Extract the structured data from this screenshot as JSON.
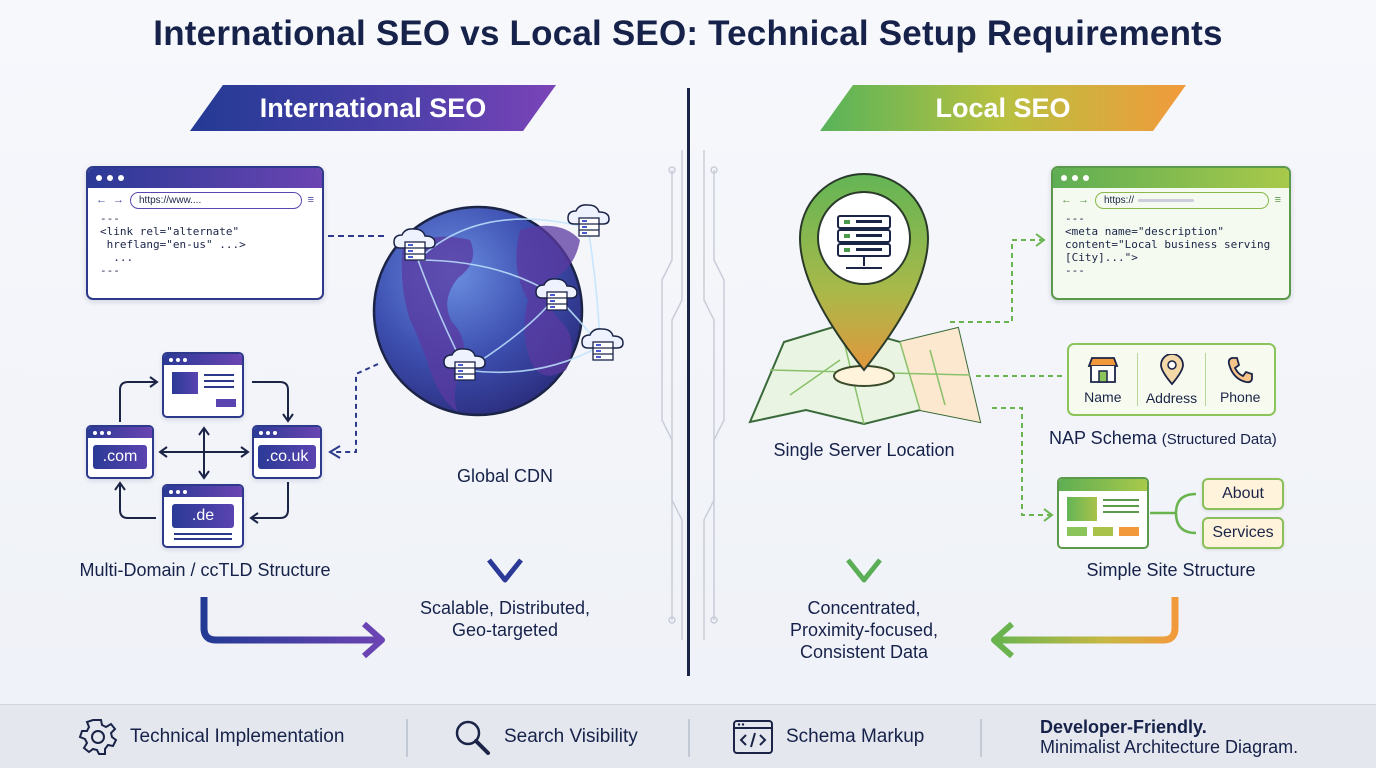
{
  "title": "International SEO vs Local SEO: Technical Setup Requirements",
  "international": {
    "banner": "International SEO",
    "browser": {
      "url": "https://www....",
      "code_lines": [
        "---",
        "<link rel=\"alternate\"",
        " hreflang=\"en-us\" ...>",
        "  ...",
        "---"
      ]
    },
    "domains": [
      ".com",
      ".co.uk",
      ".de"
    ],
    "domain_label": "Multi-Domain / ccTLD Structure",
    "cdn_label": "Global CDN",
    "result": [
      "Scalable, Distributed,",
      "Geo-targeted"
    ]
  },
  "local": {
    "banner": "Local SEO",
    "browser": {
      "url": "https://",
      "code_lines": [
        "---",
        "<meta name=\"description\"",
        "content=\"Local business serving",
        "[City]...\">",
        "---"
      ]
    },
    "server_label": "Single Server Location",
    "nap": {
      "items": [
        {
          "label": "Name",
          "icon": "store-icon"
        },
        {
          "label": "Address",
          "icon": "location-pin-icon"
        },
        {
          "label": "Phone",
          "icon": "phone-icon"
        }
      ],
      "title": "NAP Schema",
      "subtitle": "(Structured Data)"
    },
    "site_pages": [
      "About",
      "Services"
    ],
    "site_label": "Simple Site Structure",
    "result": [
      "Concentrated,",
      "Proximity-focused,",
      "Consistent Data"
    ]
  },
  "footer": {
    "items": [
      {
        "label": "Technical Implementation",
        "icon": "gear-icon"
      },
      {
        "label": "Search Visibility",
        "icon": "magnifier-icon"
      },
      {
        "label": "Schema Markup",
        "icon": "code-window-icon"
      }
    ],
    "note_bold": "Developer-Friendly.",
    "note": "Minimalist Architecture Diagram."
  },
  "colors": {
    "navy": "#17224a",
    "intl_start": "#233a94",
    "intl_end": "#7a44b8",
    "local_green": "#58b35a",
    "local_orange": "#f29a3b"
  }
}
